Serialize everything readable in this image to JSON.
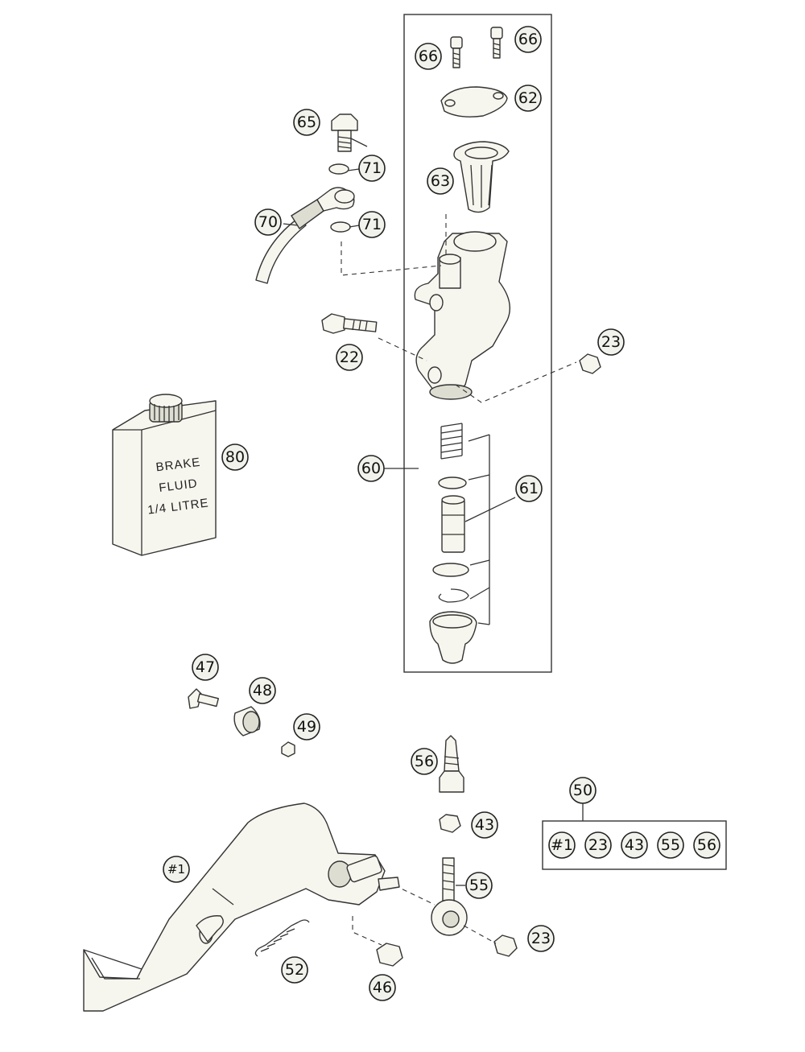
{
  "callouts": {
    "c66a": "66",
    "c66b": "66",
    "c62": "62",
    "c65": "65",
    "c71a": "71",
    "c63": "63",
    "c70": "70",
    "c71b": "71",
    "c22": "22",
    "c23a": "23",
    "c80": "80",
    "c60": "60",
    "c61": "61",
    "c47": "47",
    "c48": "48",
    "c49": "49",
    "c56": "56",
    "c50": "50",
    "c43": "43",
    "c1": "#1",
    "c55": "55",
    "c23b": "23",
    "c52": "52",
    "c46": "46"
  },
  "kit_box": {
    "items": [
      "#1",
      "23",
      "43",
      "55",
      "56"
    ]
  },
  "bottle": {
    "line1": "BRAKE",
    "line2": "FLUID",
    "line3": "1/4 LITRE"
  }
}
